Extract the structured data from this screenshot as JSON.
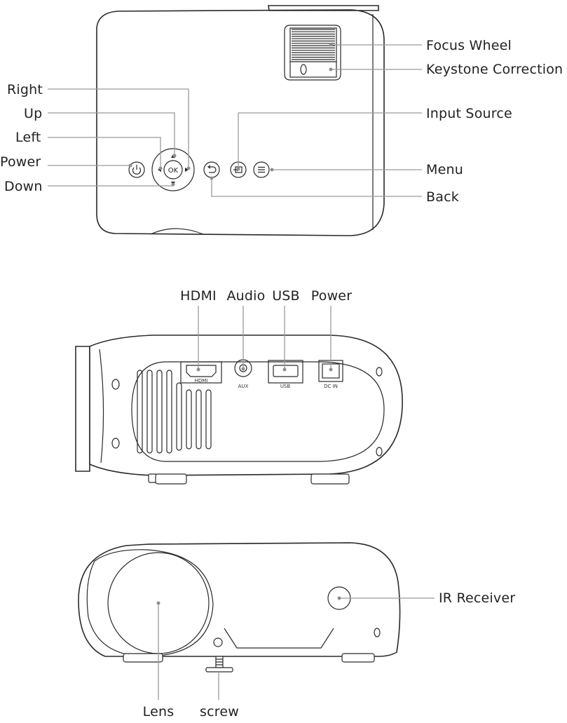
{
  "top_view": {
    "labels": {
      "focus_wheel": "Focus Wheel",
      "keystone": "Keystone Correction",
      "input_source": "Input Source",
      "menu": "Menu",
      "back": "Back",
      "right": "Right",
      "up": "Up",
      "left": "Left",
      "power": "Power",
      "down": "Down"
    },
    "ok_button": "OK"
  },
  "rear_view": {
    "labels": {
      "hdmi": "HDMI",
      "audio": "Audio",
      "usb": "USB",
      "power": "Power"
    },
    "port_labels": {
      "hdmi": "HDMI",
      "aux": "AUX",
      "usb": "USB",
      "dc_in": "DC IN"
    }
  },
  "front_view": {
    "labels": {
      "ir_receiver": "IR Receiver",
      "lens": "Lens",
      "screw": "screw"
    }
  }
}
